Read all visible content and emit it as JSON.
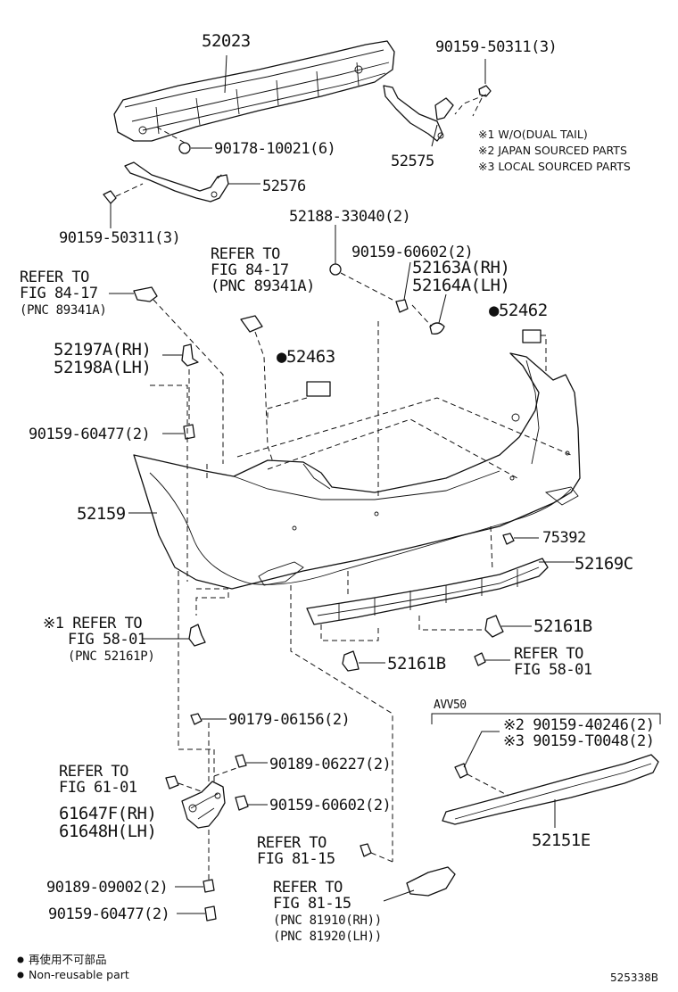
{
  "parts": {
    "p52023": "52023",
    "p90159_50311_a": "90159-50311(3)",
    "p52575": "52575",
    "p90178_10021": "90178-10021(6)",
    "p52576": "52576",
    "p90159_50311_b": "90159-50311(3)",
    "p52188": "52188-33040(2)",
    "p90159_60602_a": "90159-60602(2)",
    "p52163": "52163A(RH)",
    "p52164": "52164A(LH)",
    "p52462": "●52462",
    "p52463": "●52463",
    "p52197": "52197A(RH)",
    "p52198": "52198A(LH)",
    "p90159_60477_a": "90159-60477(2)",
    "p52159": "52159",
    "p75392": "75392",
    "p52169c": "52169C",
    "p52161b_a": "52161B",
    "p52161b_b": "52161B",
    "p90179": "90179-06156(2)",
    "p90189_06227": "90189-06227(2)",
    "p61647": "61647F(RH)",
    "p61648": "61648H(LH)",
    "p90159_60602_b": "90159-60602(2)",
    "p90189_09002": "90189-09002(2)",
    "p90159_60477_b": "90159-60477(2)",
    "p90159_40246": "※2 90159-40246(2)",
    "p90159_t0048": "※3 90159-T0048(2)",
    "p52151e": "52151E",
    "avv50": "AVV50"
  },
  "refs": {
    "r1a": "REFER TO",
    "r1b": "FIG 84-17",
    "r1c": "(PNC 89341A)",
    "r2a": "REFER TO",
    "r2b": "FIG 84-17",
    "r2c": "(PNC 89341A)",
    "r3a": "※1 REFER TO",
    "r3b": "FIG 58-01",
    "r3c": "(PNC 52161P)",
    "r4a": "REFER TO",
    "r4b": "FIG 58-01",
    "r5a": "REFER TO",
    "r5b": "FIG 61-01",
    "r6a": "REFER TO",
    "r6b": "FIG 81-15",
    "r7a": "REFER TO",
    "r7b": "FIG 81-15",
    "r7c": "(PNC 81910(RH))",
    "r7d": "(PNC 81920(LH))"
  },
  "notes": {
    "n1": "※1 W/O(DUAL TAIL)",
    "n2": "※2 JAPAN SOURCED PARTS",
    "n3": "※3 LOCAL SOURCED PARTS"
  },
  "legend": {
    "jp": "再使用不可部品",
    "en": "Non-reusable part"
  },
  "figure_id": "525338B"
}
